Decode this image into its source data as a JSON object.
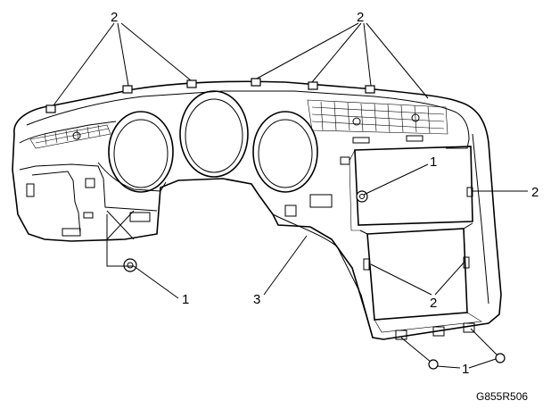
{
  "callouts": {
    "top_left": "2",
    "top_right": "2",
    "right_side": "2",
    "mid_right_1": "1",
    "lower_left_1": "1",
    "lower_mid_3": "3",
    "lower_right_2": "2",
    "bottom_1": "1"
  },
  "figure_id": "G855R506"
}
